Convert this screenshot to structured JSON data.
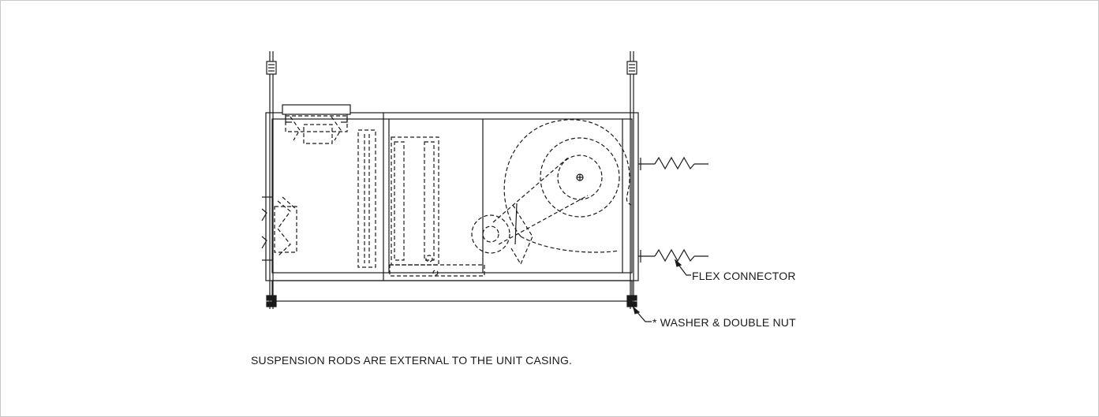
{
  "labels": {
    "flex_connector": "FLEX CONNECTOR",
    "washer_double_nut": "* WASHER & DOUBLE NUT",
    "note": "SUSPENSION RODS ARE EXTERNAL TO THE UNIT CASING."
  },
  "colors": {
    "line": "#1a1a1a",
    "frame": "#c8c8c8"
  }
}
